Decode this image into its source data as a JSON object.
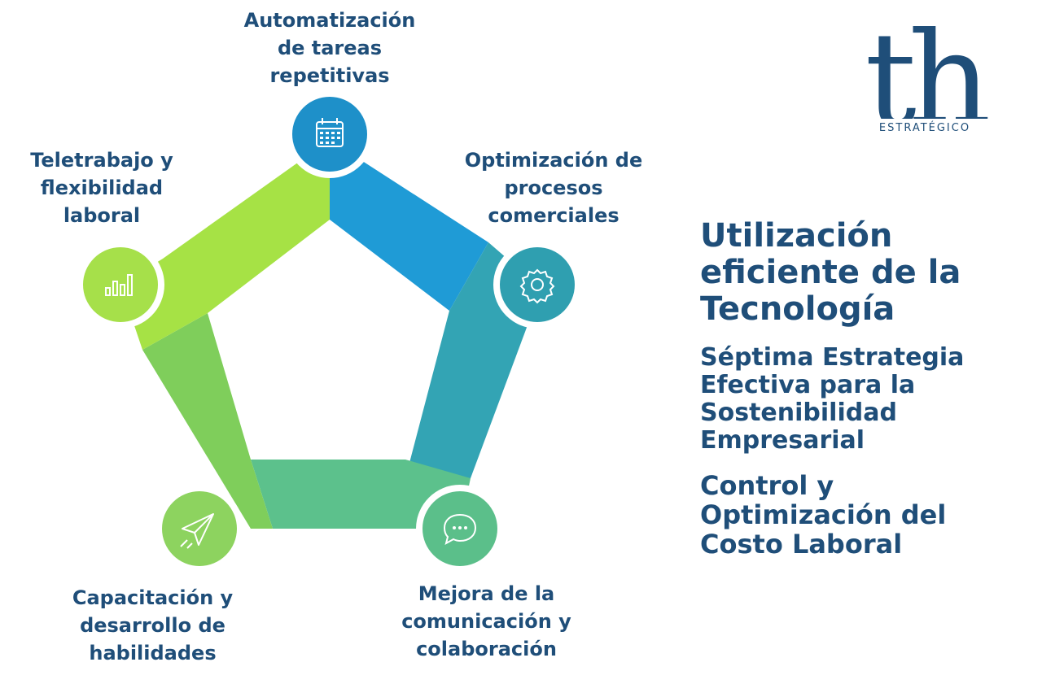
{
  "diagram": {
    "nodes": [
      {
        "id": "automatizacion",
        "label_lines": [
          "Automatización",
          "de tareas",
          "repetitivas"
        ],
        "icon": "calendar-icon",
        "color": "#1e90c9"
      },
      {
        "id": "optimizacion-procesos",
        "label_lines": [
          "Optimización de",
          "procesos",
          "comerciales"
        ],
        "icon": "gear-icon",
        "color": "#2f9fb0"
      },
      {
        "id": "mejora",
        "label_lines": [
          "Mejora de la",
          "comunicación y",
          "colaboración"
        ],
        "icon": "chat-bubble-icon",
        "color": "#5bbf8a"
      },
      {
        "id": "capacitacion",
        "label_lines": [
          "Capacitación y",
          "desarrollo de",
          "habilidades"
        ],
        "icon": "paper-plane-icon",
        "color": "#8dd35f"
      },
      {
        "id": "teletrabajo",
        "label_lines": [
          "Teletrabajo y",
          "flexibilidad",
          "laboral"
        ],
        "icon": "bar-chart-icon",
        "color": "#a6e04a"
      }
    ],
    "segment_colors": {
      "top_right": "#1f9bd6",
      "right": "#33a4b4",
      "bottom": "#5cc18c",
      "left": "#7fce5b",
      "top_left": "#a6e245"
    }
  },
  "logo": {
    "letters": "th",
    "subtitle": "ESTRATÉGICO",
    "color": "#1f4e79"
  },
  "heading": {
    "title_lines": [
      "Utilización",
      "eficiente de la",
      "Tecnología"
    ],
    "subtitle_lines": [
      "Séptima Estrategia",
      "Efectiva para la",
      "Sostenibilidad",
      "Empresarial"
    ],
    "subtitle2_lines": [
      "Control y",
      "Optimización del",
      "Costo Laboral"
    ],
    "color": "#1f4e79"
  }
}
